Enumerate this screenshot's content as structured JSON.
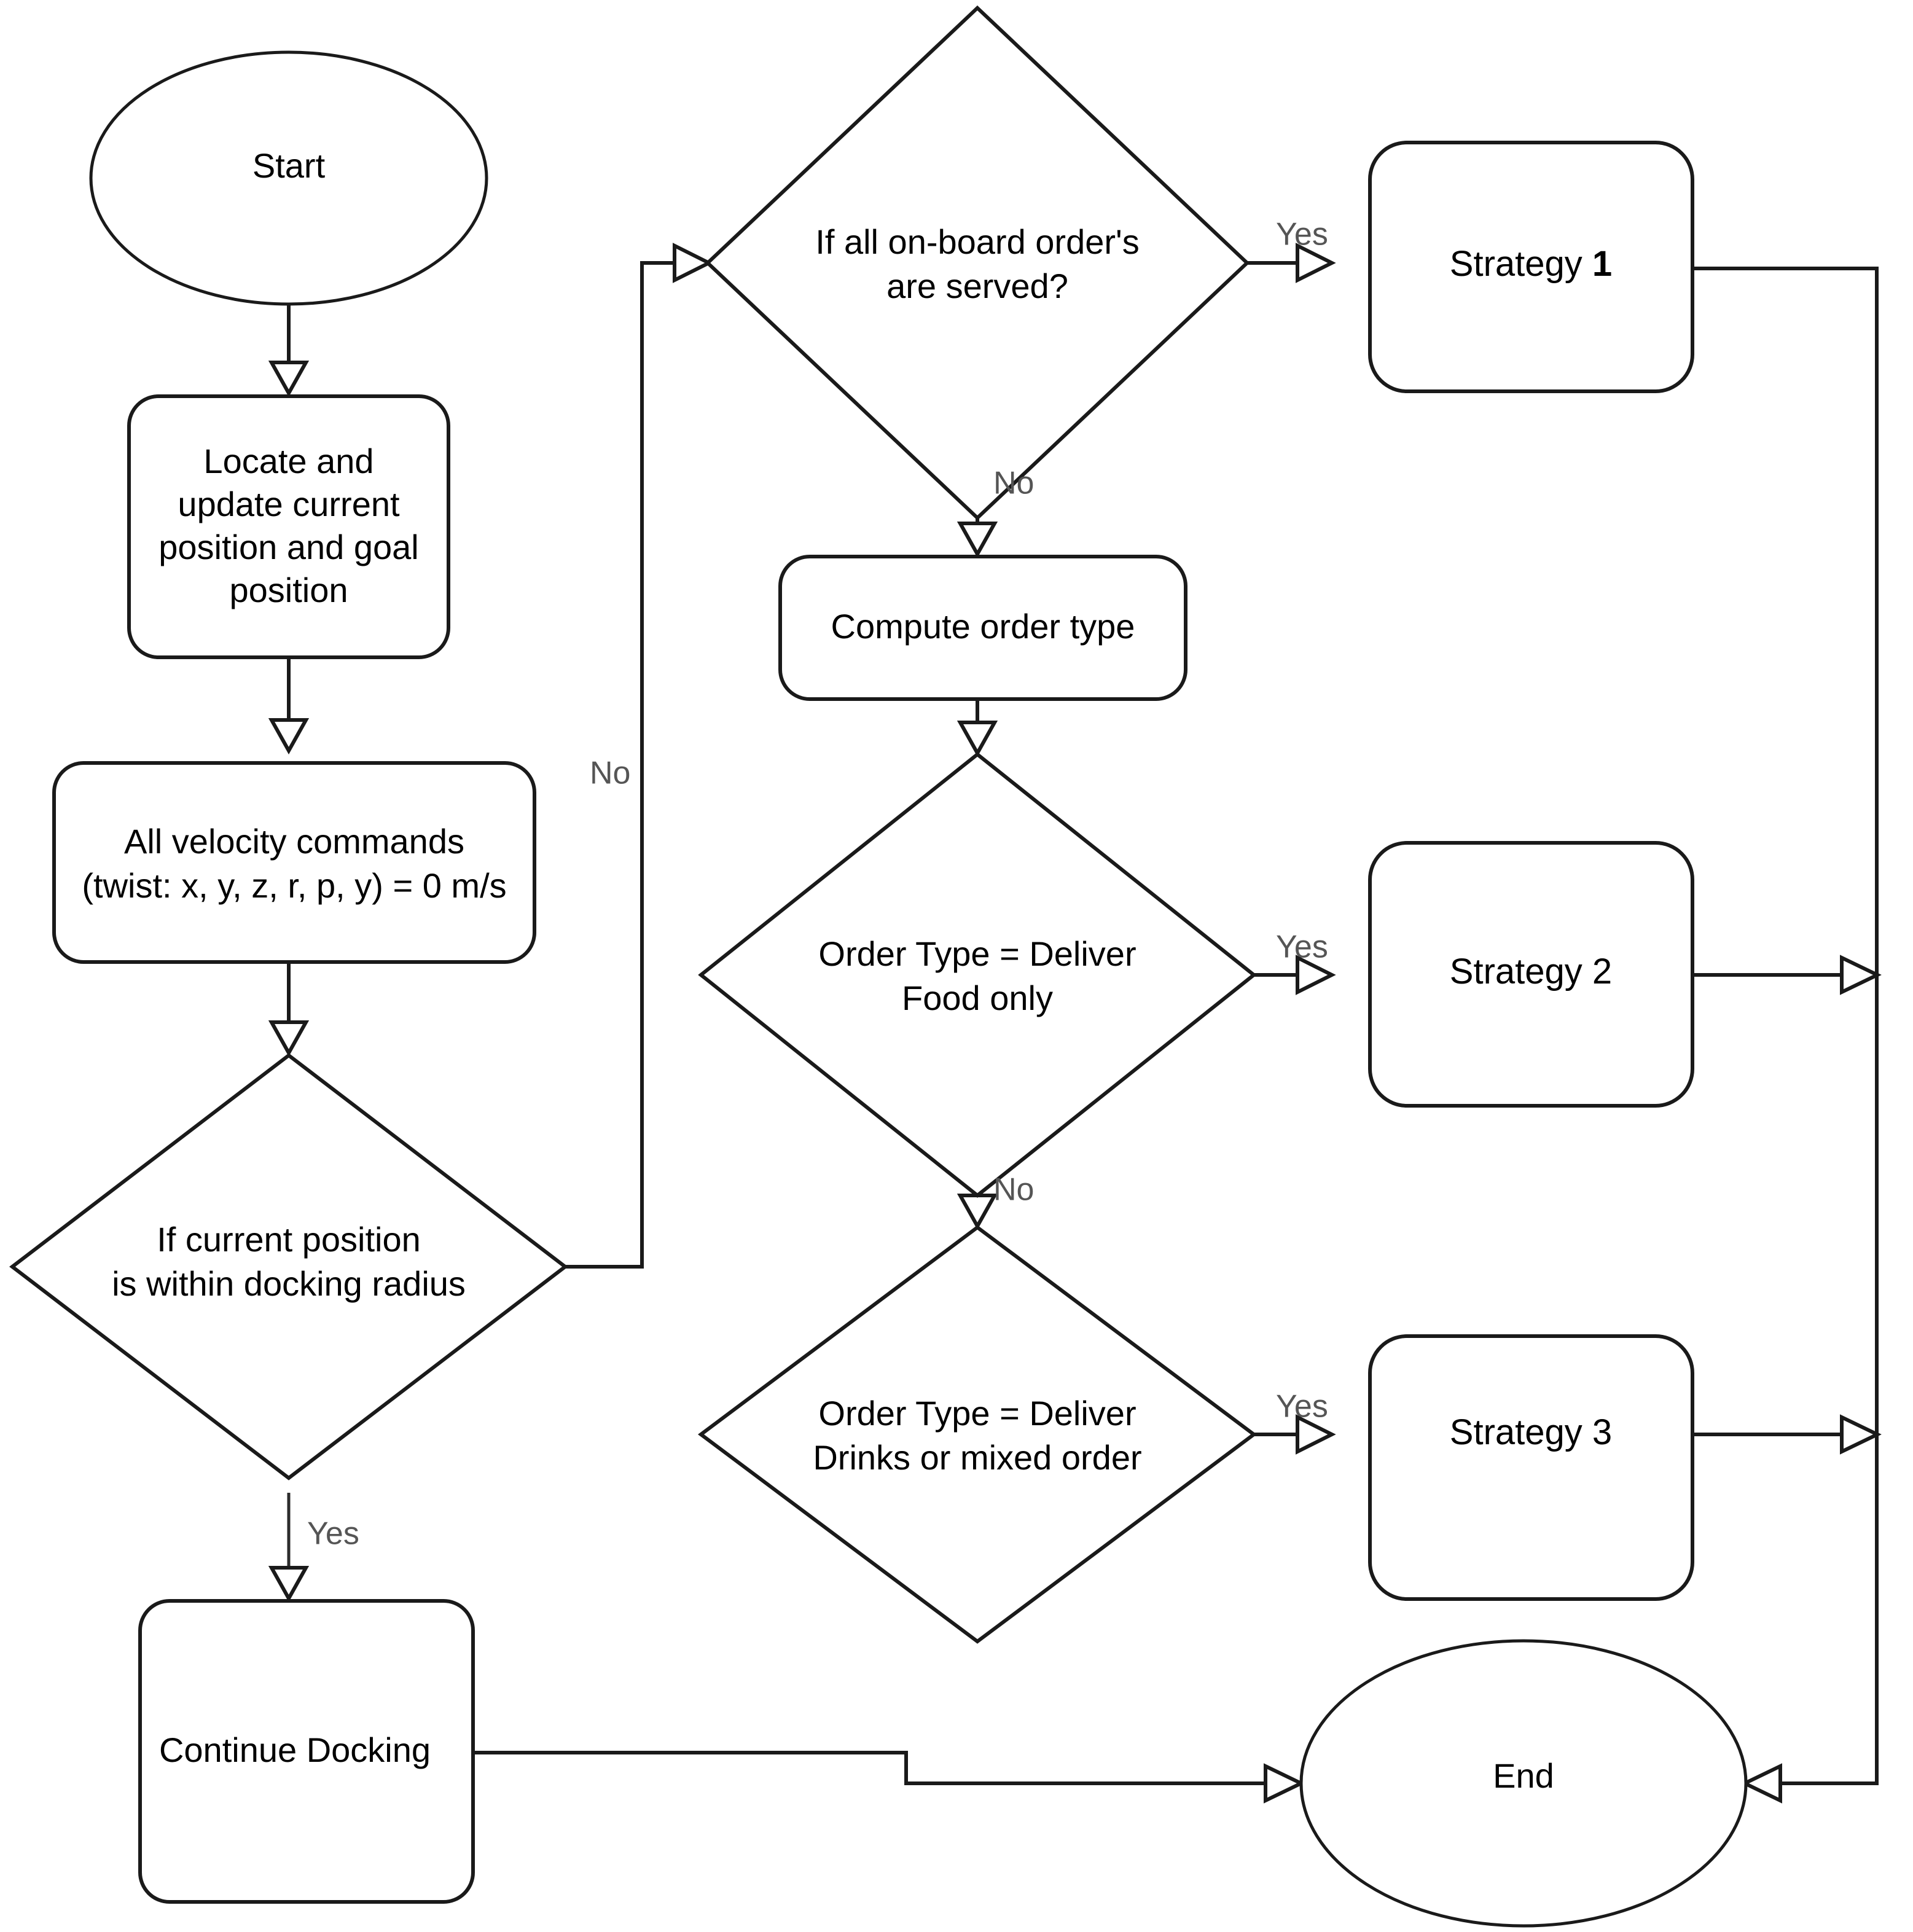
{
  "diagram": {
    "title": "Robot order delivery and docking decision flowchart",
    "colors": {
      "background": "#ffffff",
      "stroke": "#1a1a1a",
      "node_text": "#000000",
      "edge_label_text": "#555555"
    },
    "nodes": [
      {
        "id": "start",
        "type": "terminator",
        "label": "Start"
      },
      {
        "id": "locate",
        "type": "process",
        "label_lines": [
          "Locate and",
          "update current",
          "position and goal",
          "position"
        ]
      },
      {
        "id": "velocity",
        "type": "process",
        "label_lines": [
          "All velocity commands",
          "(twist: x, y, z, r, p, y) = 0 m/s"
        ]
      },
      {
        "id": "docking_radius",
        "type": "decision",
        "label_lines": [
          "If current position",
          "is within docking radius"
        ]
      },
      {
        "id": "continue_docking",
        "type": "process",
        "label": "Continue Docking"
      },
      {
        "id": "all_served",
        "type": "decision",
        "label_lines": [
          "If all on-board order's",
          "are served?"
        ]
      },
      {
        "id": "strategy1",
        "type": "process",
        "label_prefix": "Strategy ",
        "label_number": "1"
      },
      {
        "id": "compute_order",
        "type": "process",
        "label": "Compute order type"
      },
      {
        "id": "order_food",
        "type": "decision",
        "label_lines": [
          "Order Type = Deliver",
          "Food only"
        ]
      },
      {
        "id": "strategy2",
        "type": "process",
        "label_prefix": "Strategy ",
        "label_number": "2"
      },
      {
        "id": "order_drinks",
        "type": "decision",
        "label_lines": [
          "Order Type = Deliver",
          "Drinks or mixed order"
        ]
      },
      {
        "id": "strategy3",
        "type": "process",
        "label_prefix": "Strategy ",
        "label_number": "3"
      },
      {
        "id": "end",
        "type": "terminator",
        "label": "End"
      }
    ],
    "edge_labels": {
      "docking_no": "No",
      "docking_yes": "Yes",
      "all_served_yes": "Yes",
      "all_served_no": "No",
      "order_food_yes": "Yes",
      "order_food_no": "No",
      "order_drinks_yes": "Yes"
    },
    "edges": [
      {
        "from": "start",
        "to": "locate",
        "label": ""
      },
      {
        "from": "locate",
        "to": "velocity",
        "label": ""
      },
      {
        "from": "velocity",
        "to": "docking_radius",
        "label": ""
      },
      {
        "from": "docking_radius",
        "to": "all_served",
        "label": "No"
      },
      {
        "from": "docking_radius",
        "to": "continue_docking",
        "label": "Yes"
      },
      {
        "from": "continue_docking",
        "to": "end",
        "label": ""
      },
      {
        "from": "all_served",
        "to": "strategy1",
        "label": "Yes"
      },
      {
        "from": "all_served",
        "to": "compute_order",
        "label": "No"
      },
      {
        "from": "compute_order",
        "to": "order_food",
        "label": ""
      },
      {
        "from": "order_food",
        "to": "strategy2",
        "label": "Yes"
      },
      {
        "from": "order_food",
        "to": "order_drinks",
        "label": "No"
      },
      {
        "from": "order_drinks",
        "to": "strategy3",
        "label": "Yes"
      },
      {
        "from": "strategy1",
        "to": "end",
        "label": ""
      },
      {
        "from": "strategy2",
        "to": "end",
        "label": ""
      },
      {
        "from": "strategy3",
        "to": "end",
        "label": ""
      }
    ]
  }
}
